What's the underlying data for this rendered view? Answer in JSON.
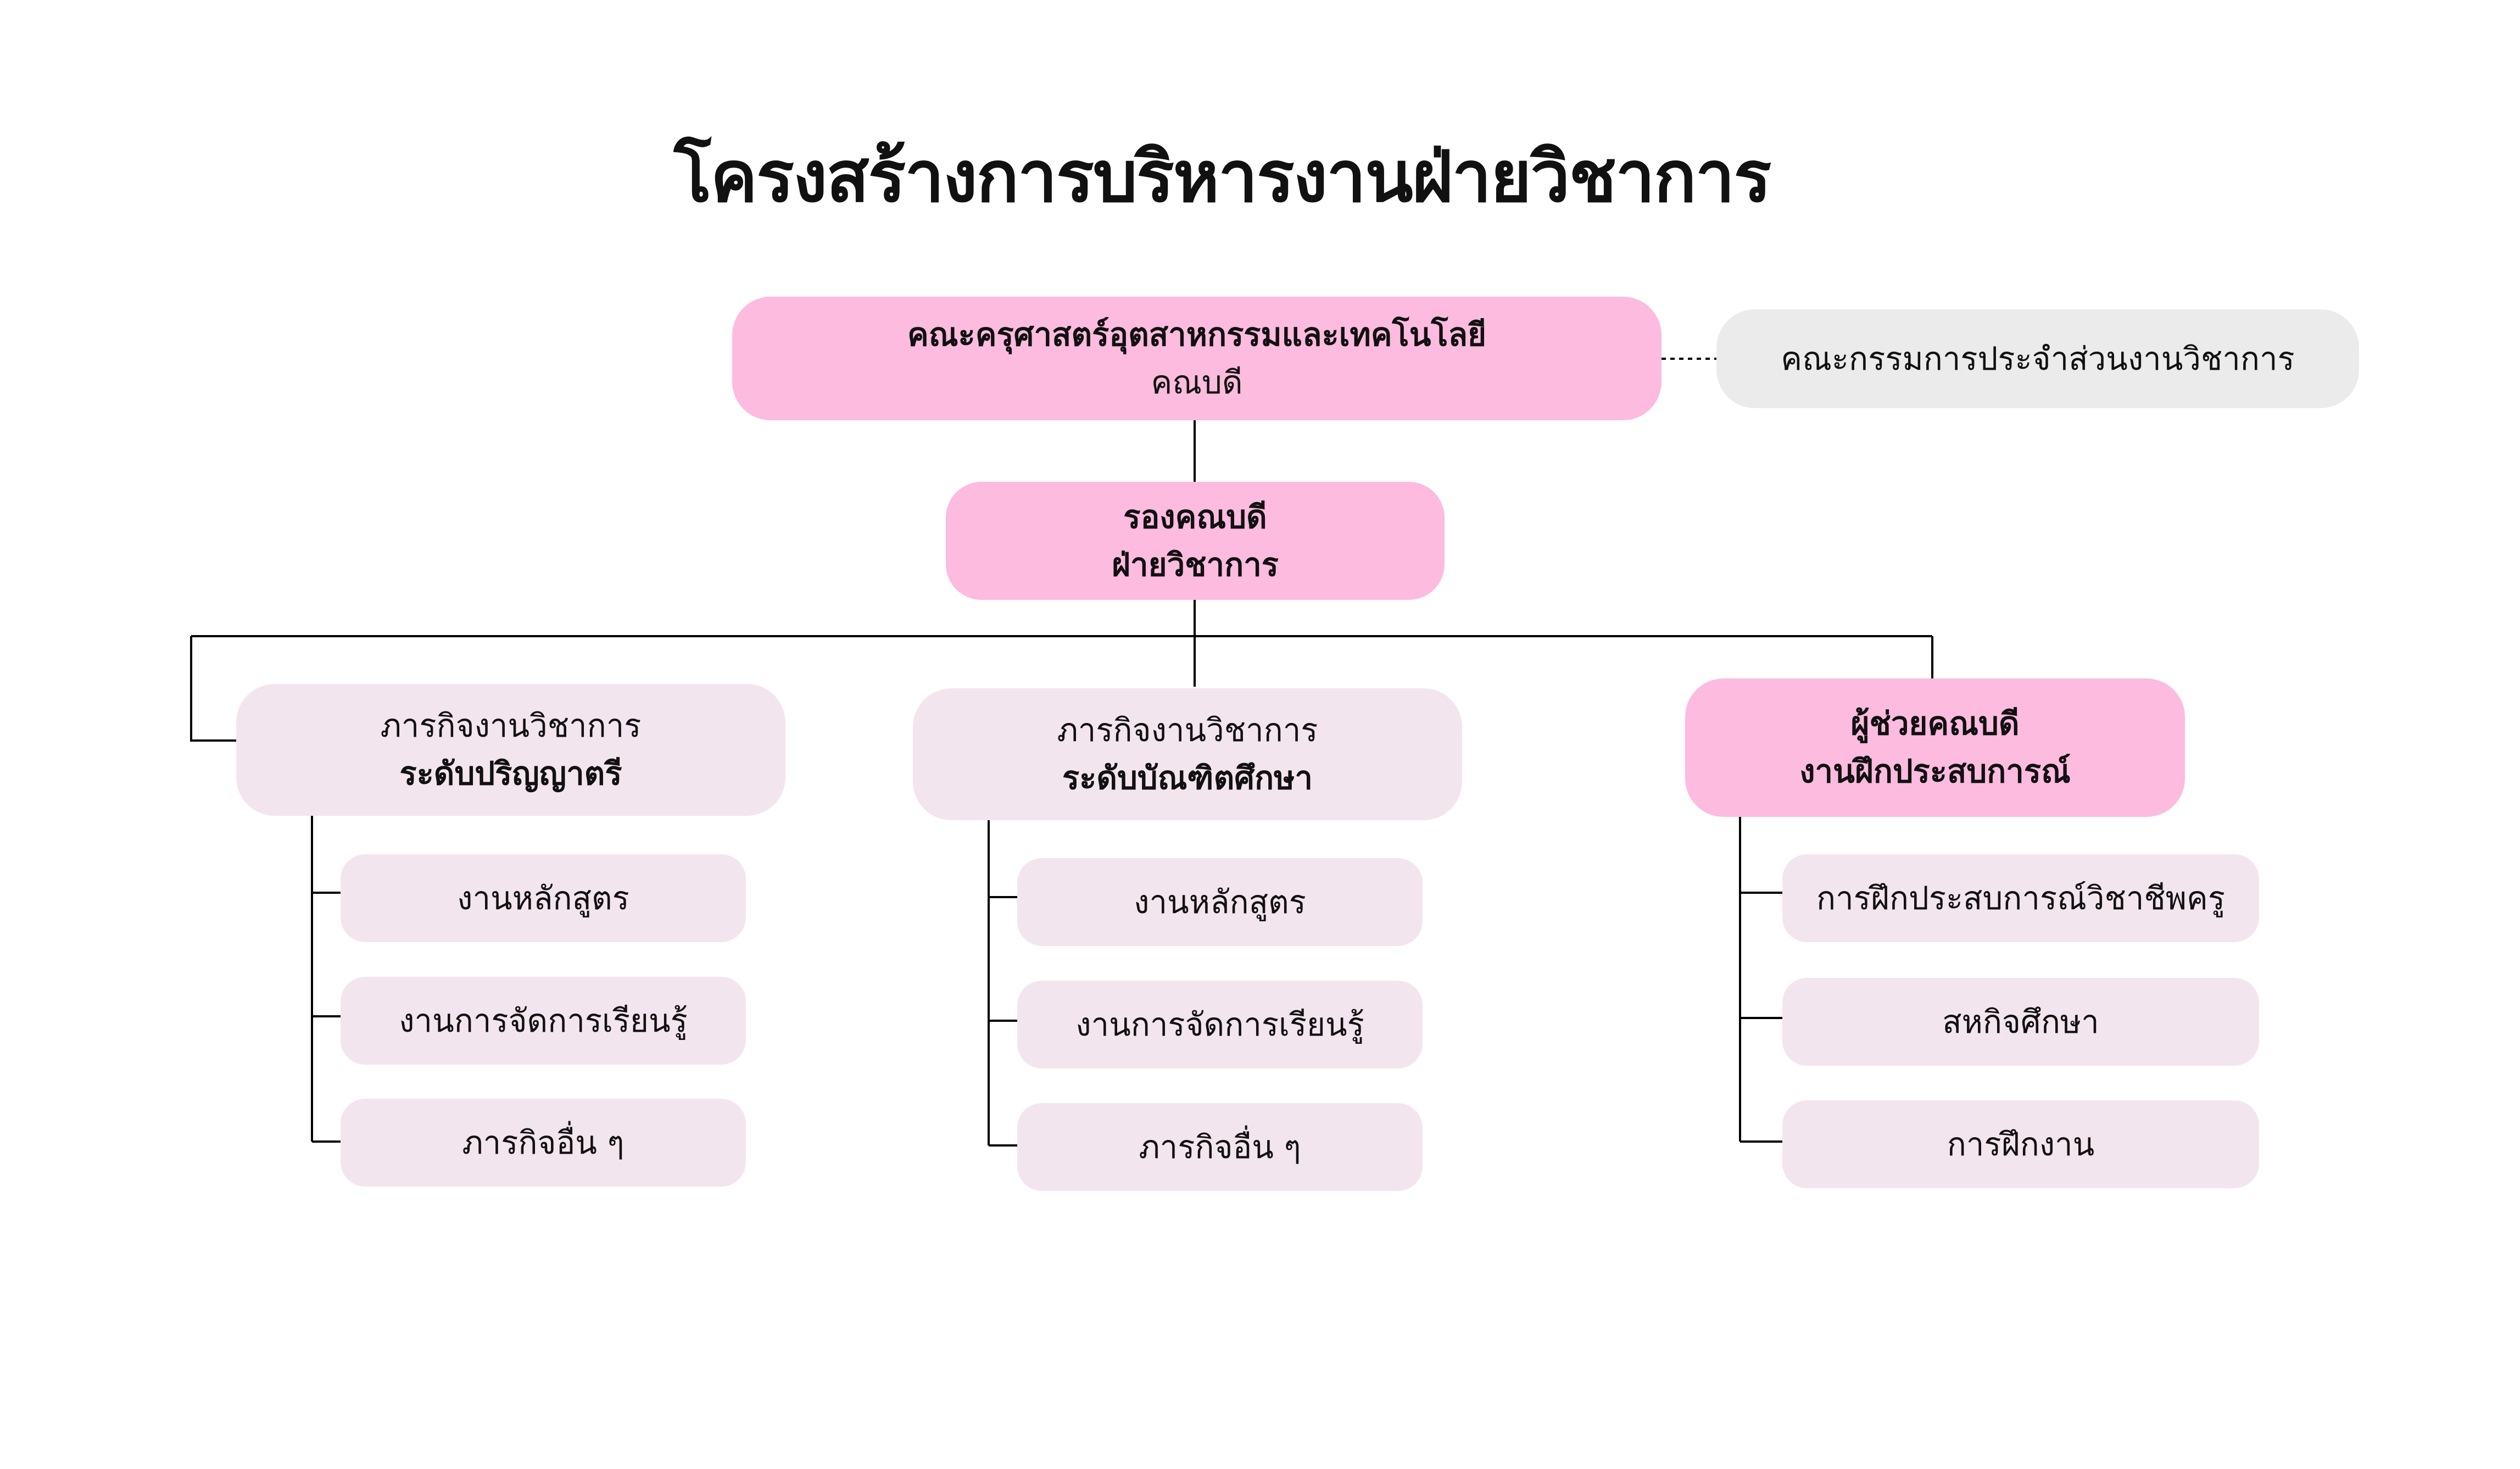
{
  "title": "โครงสร้างการบริหารงานฝ่ายวิชาการ",
  "colors": {
    "pink": "#FDBBDF",
    "light_pink": "#F3E5EE",
    "gray": "#EBEBEB",
    "line": "#000000",
    "text": "#111111"
  },
  "dean": {
    "line1": "คณะครุศาสตร์อุตสาหกรรมและเทคโนโลยี",
    "line2": "คณบดี"
  },
  "committee": {
    "label": "คณะกรรมการประจำส่วนงานวิชาการ"
  },
  "vice_dean": {
    "line1": "รองคณบดี",
    "line2": "ฝ่ายวิชาการ"
  },
  "undergrad": {
    "line1": "ภารกิจงานวิชาการ",
    "line2": "ระดับปริญญาตรี",
    "items": [
      "งานหลักสูตร",
      "งานการจัดการเรียนรู้",
      "ภารกิจอื่น ๆ"
    ]
  },
  "graduate": {
    "line1": "ภารกิจงานวิชาการ",
    "line2": "ระดับบัณฑิตศึกษา",
    "items": [
      "งานหลักสูตร",
      "งานการจัดการเรียนรู้",
      "ภารกิจอื่น ๆ"
    ]
  },
  "assistant": {
    "line1": "ผู้ช่วยคณบดี",
    "line2": "งานฝึกประสบการณ์",
    "items": [
      "การฝึกประสบการณ์วิชาชีพครู",
      "สหกิจศึกษา",
      "การฝึกงาน"
    ]
  }
}
